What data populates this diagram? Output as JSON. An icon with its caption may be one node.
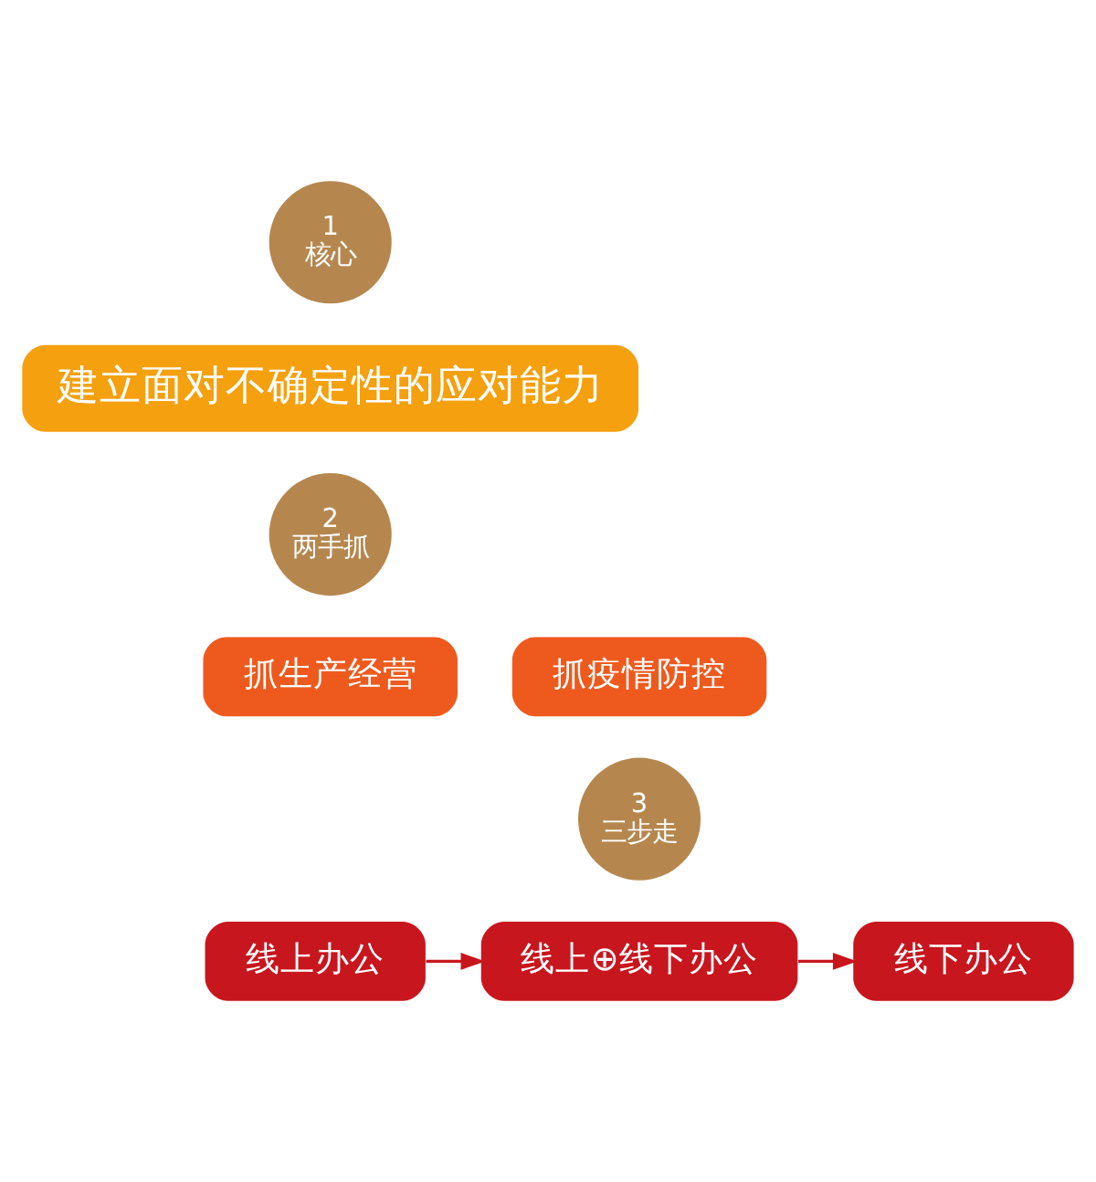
{
  "diagram": {
    "nodes": [
      {
        "text": [
          "1",
          "核心"
        ]
      },
      {
        "text": [
          "建立面对不确定性的应对能力"
        ]
      },
      {
        "text": [
          "2",
          "两手抓"
        ]
      },
      {
        "text": [
          "抓疫情防控"
        ]
      },
      {
        "text": [
          "抓生产经营"
        ]
      },
      {
        "text": [
          "3",
          "三步走"
        ]
      },
      {
        "text": [
          "线上办公"
        ]
      },
      {
        "text": [
          "线上⊕线下办公"
        ]
      },
      {
        "text": [
          "线下办公"
        ]
      }
    ],
    "edges": [
      {
        "from": 6,
        "to": 7,
        "arrow": "to"
      },
      {
        "from": 7,
        "to": 8,
        "arrow": "to"
      }
    ]
  }
}
